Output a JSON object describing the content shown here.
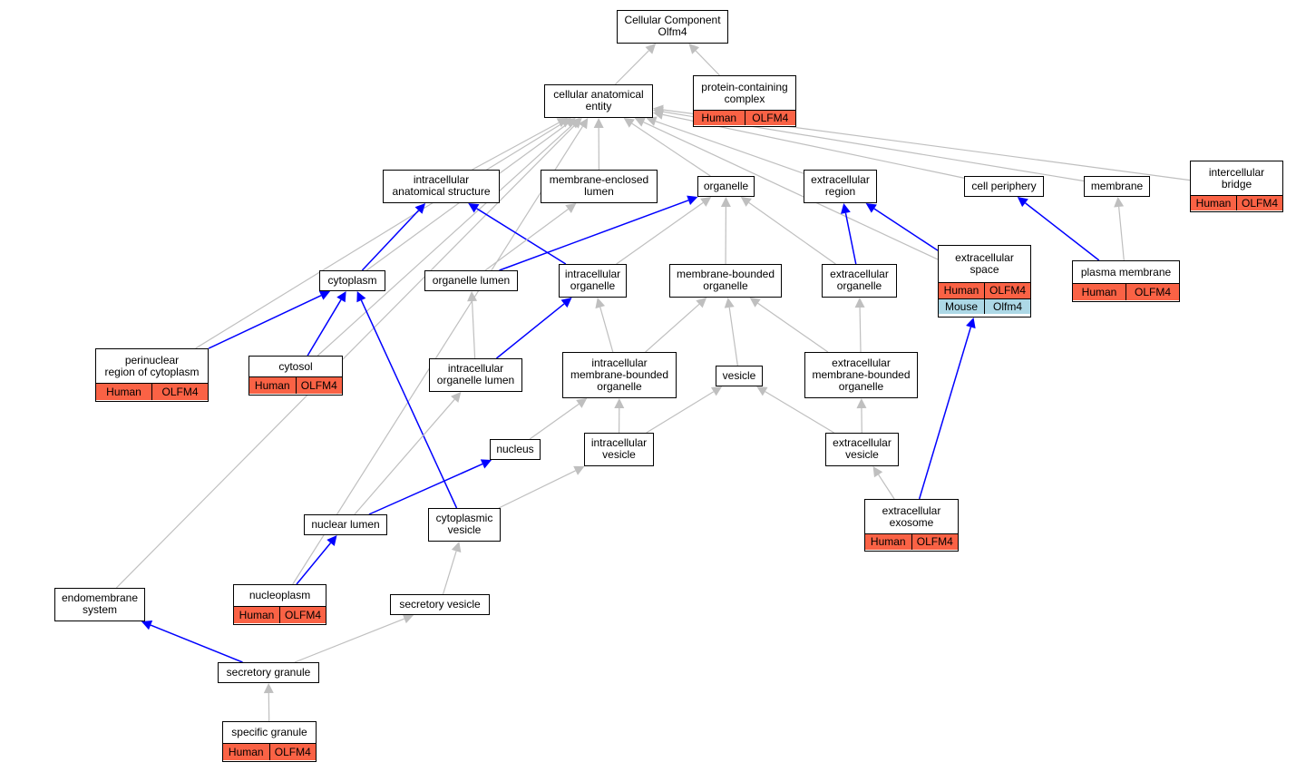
{
  "colors": {
    "human": "#fa6245",
    "mouse": "#add8e6",
    "edge_is_a": "#bfbfbf",
    "edge_part_of": "#0000ff"
  },
  "nodes": [
    {
      "id": "cc",
      "label": "Cellular Component\nOlfm4"
    },
    {
      "id": "cae",
      "label": "cellular anatomical\nentity"
    },
    {
      "id": "pcc",
      "label": "protein-containing\ncomplex",
      "rows": [
        [
          {
            "species": "human",
            "text": "Human"
          },
          {
            "species": "human",
            "text": "OLFM4"
          }
        ]
      ]
    },
    {
      "id": "ias",
      "label": "intracellular\nanatomical structure"
    },
    {
      "id": "mel",
      "label": "membrane-enclosed\nlumen"
    },
    {
      "id": "org",
      "label": "organelle"
    },
    {
      "id": "exr",
      "label": "extracellular\nregion"
    },
    {
      "id": "cp",
      "label": "cell periphery"
    },
    {
      "id": "mem",
      "label": "membrane"
    },
    {
      "id": "ib",
      "label": "intercellular\nbridge",
      "rows": [
        [
          {
            "species": "human",
            "text": "Human"
          },
          {
            "species": "human",
            "text": "OLFM4"
          }
        ]
      ]
    },
    {
      "id": "cyt",
      "label": "cytoplasm"
    },
    {
      "id": "ol",
      "label": "organelle lumen"
    },
    {
      "id": "io",
      "label": "intracellular\norganelle"
    },
    {
      "id": "mbo",
      "label": "membrane-bounded\norganelle"
    },
    {
      "id": "exo",
      "label": "extracellular\norganelle"
    },
    {
      "id": "exs",
      "label": "extracellular\nspace",
      "rows": [
        [
          {
            "species": "human",
            "text": "Human"
          },
          {
            "species": "human",
            "text": "OLFM4"
          }
        ],
        [
          {
            "species": "mouse",
            "text": "Mouse"
          },
          {
            "species": "mouse",
            "text": "Olfm4"
          }
        ]
      ]
    },
    {
      "id": "pm",
      "label": "plasma membrane",
      "rows": [
        [
          {
            "species": "human",
            "text": "Human"
          },
          {
            "species": "human",
            "text": "OLFM4"
          }
        ]
      ]
    },
    {
      "id": "prc",
      "label": "perinuclear\nregion of cytoplasm",
      "rows": [
        [
          {
            "species": "human",
            "text": "Human"
          },
          {
            "species": "human",
            "text": "OLFM4"
          }
        ]
      ]
    },
    {
      "id": "cytosol",
      "label": "cytosol",
      "rows": [
        [
          {
            "species": "human",
            "text": "Human"
          },
          {
            "species": "human",
            "text": "OLFM4"
          }
        ]
      ]
    },
    {
      "id": "iol",
      "label": "intracellular\norganelle lumen"
    },
    {
      "id": "imbo",
      "label": "intracellular\nmembrane-bounded\norganelle"
    },
    {
      "id": "ves",
      "label": "vesicle"
    },
    {
      "id": "embo",
      "label": "extracellular\nmembrane-bounded\norganelle"
    },
    {
      "id": "nuc",
      "label": "nucleus"
    },
    {
      "id": "iv",
      "label": "intracellular\nvesicle"
    },
    {
      "id": "ev",
      "label": "extracellular\nvesicle"
    },
    {
      "id": "nl",
      "label": "nuclear lumen"
    },
    {
      "id": "cv",
      "label": "cytoplasmic\nvesicle"
    },
    {
      "id": "exosome",
      "label": "extracellular\nexosome",
      "rows": [
        [
          {
            "species": "human",
            "text": "Human"
          },
          {
            "species": "human",
            "text": "OLFM4"
          }
        ]
      ]
    },
    {
      "id": "np",
      "label": "nucleoplasm",
      "rows": [
        [
          {
            "species": "human",
            "text": "Human"
          },
          {
            "species": "human",
            "text": "OLFM4"
          }
        ]
      ]
    },
    {
      "id": "ems",
      "label": "endomembrane\nsystem"
    },
    {
      "id": "sv",
      "label": "secretory vesicle"
    },
    {
      "id": "sg",
      "label": "secretory granule"
    },
    {
      "id": "spg",
      "label": "specific granule",
      "rows": [
        [
          {
            "species": "human",
            "text": "Human"
          },
          {
            "species": "human",
            "text": "OLFM4"
          }
        ]
      ]
    }
  ],
  "edges": [
    {
      "from": "cae",
      "to": "cc",
      "type": "is_a"
    },
    {
      "from": "pcc",
      "to": "cc",
      "type": "is_a"
    },
    {
      "from": "ias",
      "to": "cae",
      "type": "is_a"
    },
    {
      "from": "mel",
      "to": "cae",
      "type": "is_a"
    },
    {
      "from": "org",
      "to": "cae",
      "type": "is_a"
    },
    {
      "from": "exr",
      "to": "cae",
      "type": "is_a"
    },
    {
      "from": "cp",
      "to": "cae",
      "type": "is_a"
    },
    {
      "from": "mem",
      "to": "cae",
      "type": "is_a"
    },
    {
      "from": "ib",
      "to": "cae",
      "type": "is_a"
    },
    {
      "from": "exs",
      "to": "cae",
      "type": "is_a"
    },
    {
      "from": "cyt",
      "to": "cae",
      "type": "is_a"
    },
    {
      "from": "cytosol",
      "to": "cae",
      "type": "is_a"
    },
    {
      "from": "prc",
      "to": "cae",
      "type": "is_a"
    },
    {
      "from": "np",
      "to": "cae",
      "type": "is_a"
    },
    {
      "from": "ems",
      "to": "cae",
      "type": "is_a"
    },
    {
      "from": "cyt",
      "to": "ias",
      "type": "part_of"
    },
    {
      "from": "io",
      "to": "ias",
      "type": "part_of"
    },
    {
      "from": "ol",
      "to": "mel",
      "type": "is_a"
    },
    {
      "from": "ol",
      "to": "org",
      "type": "part_of"
    },
    {
      "from": "io",
      "to": "org",
      "type": "is_a"
    },
    {
      "from": "mbo",
      "to": "org",
      "type": "is_a"
    },
    {
      "from": "exo",
      "to": "org",
      "type": "is_a"
    },
    {
      "from": "exo",
      "to": "exr",
      "type": "part_of"
    },
    {
      "from": "exs",
      "to": "exr",
      "type": "part_of"
    },
    {
      "from": "pm",
      "to": "cp",
      "type": "part_of"
    },
    {
      "from": "pm",
      "to": "mem",
      "type": "is_a"
    },
    {
      "from": "prc",
      "to": "cyt",
      "type": "part_of"
    },
    {
      "from": "cytosol",
      "to": "cyt",
      "type": "part_of"
    },
    {
      "from": "cv",
      "to": "cyt",
      "type": "part_of"
    },
    {
      "from": "iol",
      "to": "ol",
      "type": "is_a"
    },
    {
      "from": "iol",
      "to": "io",
      "type": "part_of"
    },
    {
      "from": "imbo",
      "to": "io",
      "type": "is_a"
    },
    {
      "from": "imbo",
      "to": "mbo",
      "type": "is_a"
    },
    {
      "from": "ves",
      "to": "mbo",
      "type": "is_a"
    },
    {
      "from": "embo",
      "to": "mbo",
      "type": "is_a"
    },
    {
      "from": "embo",
      "to": "exo",
      "type": "is_a"
    },
    {
      "from": "nuc",
      "to": "imbo",
      "type": "is_a"
    },
    {
      "from": "iv",
      "to": "imbo",
      "type": "is_a"
    },
    {
      "from": "iv",
      "to": "ves",
      "type": "is_a"
    },
    {
      "from": "ev",
      "to": "ves",
      "type": "is_a"
    },
    {
      "from": "ev",
      "to": "embo",
      "type": "is_a"
    },
    {
      "from": "nl",
      "to": "iol",
      "type": "is_a"
    },
    {
      "from": "nl",
      "to": "nuc",
      "type": "part_of"
    },
    {
      "from": "cv",
      "to": "iv",
      "type": "is_a"
    },
    {
      "from": "exosome",
      "to": "ev",
      "type": "is_a"
    },
    {
      "from": "exosome",
      "to": "exs",
      "type": "part_of"
    },
    {
      "from": "np",
      "to": "nl",
      "type": "part_of"
    },
    {
      "from": "sv",
      "to": "cv",
      "type": "is_a"
    },
    {
      "from": "sg",
      "to": "sv",
      "type": "is_a"
    },
    {
      "from": "sg",
      "to": "ems",
      "type": "part_of"
    },
    {
      "from": "spg",
      "to": "sg",
      "type": "is_a"
    }
  ]
}
